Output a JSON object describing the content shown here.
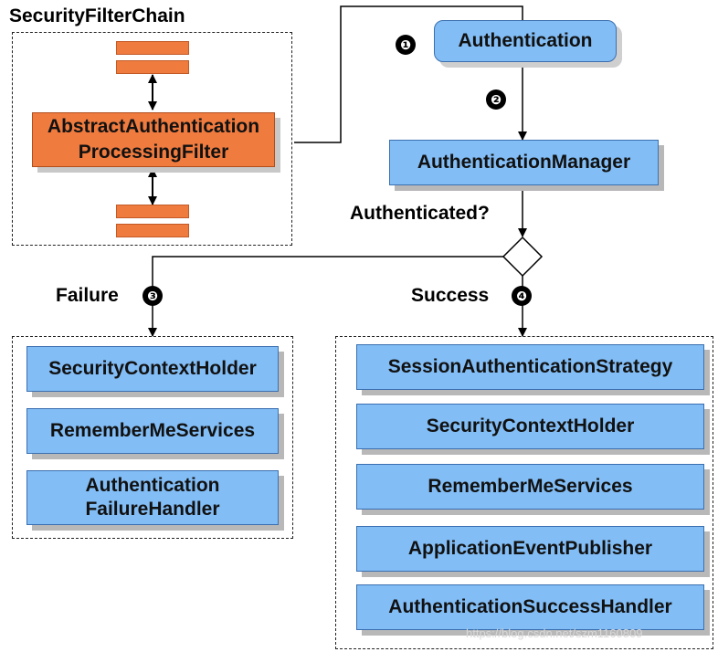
{
  "filter_chain": {
    "title": "SecurityFilterChain",
    "filter_line1": "AbstractAuthentication",
    "filter_line2": "ProcessingFilter"
  },
  "flow": {
    "authentication": "Authentication",
    "authentication_manager": "AuthenticationManager",
    "decision_label": "Authenticated?",
    "failure_label": "Failure",
    "success_label": "Success"
  },
  "badges": [
    "❶",
    "❷",
    "❸",
    "❹"
  ],
  "failure_handlers": [
    {
      "line1": "SecurityContextHolder",
      "line2": ""
    },
    {
      "line1": "RememberMeServices",
      "line2": ""
    },
    {
      "line1": "Authentication",
      "line2": "FailureHandler"
    }
  ],
  "success_handlers": [
    "SessionAuthenticationStrategy",
    "SecurityContextHolder",
    "RememberMeServices",
    "ApplicationEventPublisher",
    "AuthenticationSuccessHandler"
  ],
  "watermark": "https://blog.csdn.net/szm1160809",
  "colors": {
    "blue_box": "#82bdf5",
    "orange_box": "#f07b3f",
    "badge": "#000000"
  }
}
